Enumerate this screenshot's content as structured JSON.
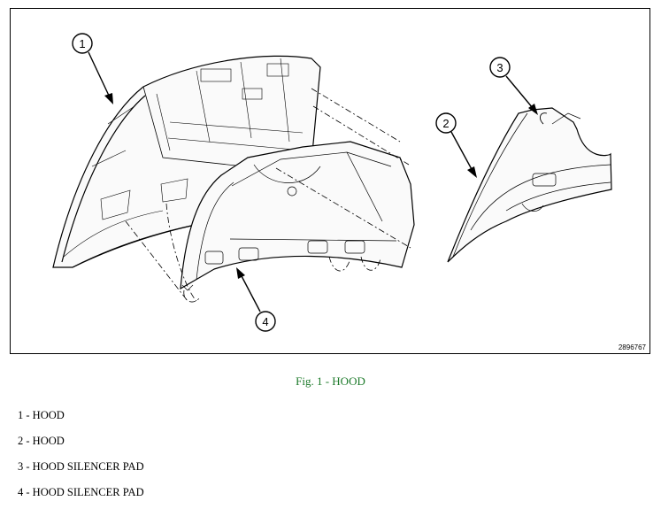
{
  "figure": {
    "id_code": "2896767",
    "callouts": [
      "1",
      "2",
      "3",
      "4"
    ]
  },
  "caption": "Fig. 1 - HOOD",
  "legend": [
    {
      "number": "1",
      "text": "1 - HOOD"
    },
    {
      "number": "2",
      "text": "2 - HOOD"
    },
    {
      "number": "3",
      "text": "3 - HOOD SILENCER PAD"
    },
    {
      "number": "4",
      "text": "4 - HOOD SILENCER PAD"
    }
  ],
  "colors": {
    "caption": "#1c7a2a",
    "line": "#000000"
  }
}
